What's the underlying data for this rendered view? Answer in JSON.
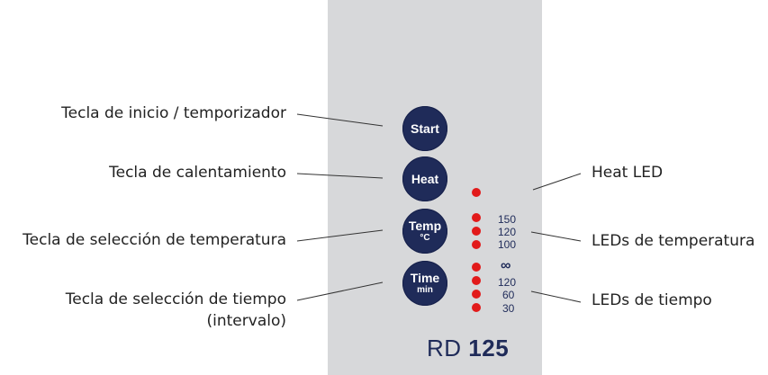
{
  "keys": {
    "start": "Start",
    "heat": "Heat",
    "temp": "Temp",
    "temp_unit": "°C",
    "time": "Time",
    "time_unit": "min"
  },
  "temperature_scale": [
    "150",
    "120",
    "100"
  ],
  "time_scale": [
    "∞",
    "120",
    "60",
    "30"
  ],
  "labels_left": {
    "start": "Tecla de inicio / temporizador",
    "heat": "Tecla de calentamiento",
    "temp": "Tecla de selección de temperatura",
    "time_line1": "Tecla de selección de tiempo",
    "time_line2": "(intervalo)"
  },
  "labels_right": {
    "heat_led": "Heat LED",
    "temp_leds": "LEDs de temperatura",
    "time_leds": "LEDs de tiempo"
  },
  "model": {
    "prefix": "RD",
    "number": "125"
  },
  "colors": {
    "panel": "#d7d8da",
    "key": "#1f2b59",
    "led": "#e21a1a"
  }
}
